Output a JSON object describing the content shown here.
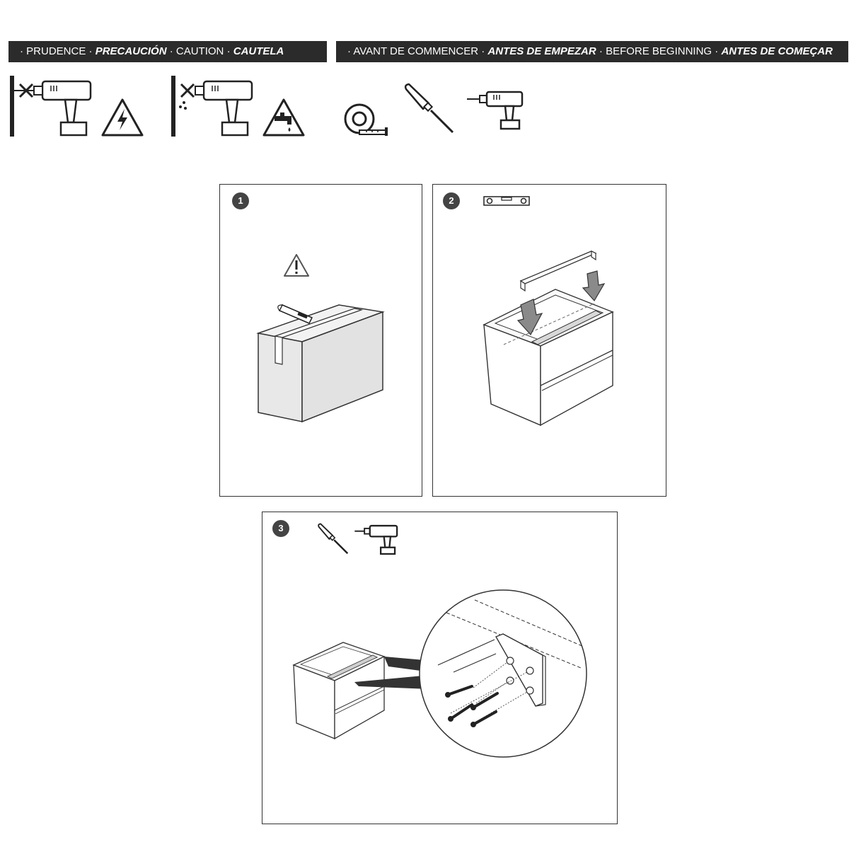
{
  "header": {
    "caution": {
      "sep": "·",
      "w1": "PRUDENCE",
      "w2": "PRECAUCIÓN",
      "w3": "CAUTION",
      "w4": "CAUTELA"
    },
    "before": {
      "sep": "·",
      "w1": "AVANT DE COMMENCER",
      "w2": "ANTES DE EMPEZAR",
      "w3": "BEFORE BEGINNING",
      "w4": "ANTES DE COMEÇAR"
    }
  },
  "warnings": [
    {
      "icon": "no-drill-electric-icon",
      "hazard": "electric-hazard-icon"
    },
    {
      "icon": "no-drill-water-icon",
      "hazard": "water-pipe-hazard-icon"
    }
  ],
  "tools": [
    "tape-measure-icon",
    "screwdriver-icon",
    "power-drill-icon"
  ],
  "steps": [
    {
      "number": "1",
      "tools": [
        "warning-icon"
      ]
    },
    {
      "number": "2",
      "tools": [
        "spirit-level-icon"
      ]
    },
    {
      "number": "3",
      "tools": [
        "screwdriver-icon",
        "power-drill-icon"
      ]
    }
  ],
  "colors": {
    "header_bg": "#2b2b2b",
    "line": "#333333",
    "fill_light": "#e6e6e6"
  }
}
